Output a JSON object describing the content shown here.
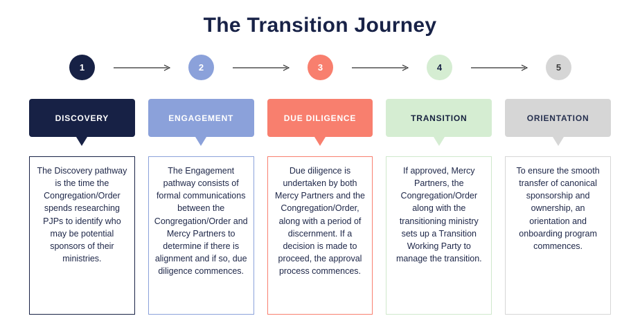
{
  "title": "The Transition Journey",
  "steps": [
    {
      "number": "1",
      "label": "DISCOVERY",
      "color": "#172145",
      "text_color": "#ffffff",
      "description": "The Discovery pathway is the time the Congregation/Order spends researching PJPs to identify who may be potential sponsors of their ministries."
    },
    {
      "number": "2",
      "label": "ENGAGEMENT",
      "color": "#8ba1da",
      "text_color": "#ffffff",
      "description": "The Engagement pathway consists of formal communications between the Congregation/Order and Mercy Partners to determine if there is alignment and if so, due diligence commences."
    },
    {
      "number": "3",
      "label": "DUE DILIGENCE",
      "color": "#f87f6e",
      "text_color": "#ffffff",
      "description": "Due diligence is undertaken by both Mercy Partners and the Congregation/Order, along with a period of discernment. If a decision is made to proceed, the approval process commences."
    },
    {
      "number": "4",
      "label": "TRANSITION",
      "color": "#d5edd2",
      "text_color": "#16213f",
      "description": "If approved, Mercy Partners, the Congregation/Order along with the transitioning ministry sets up a Transition Working Party to manage the transition."
    },
    {
      "number": "5",
      "label": "ORIENTATION",
      "color": "#d6d6d6",
      "text_color": "#26304f",
      "description": "To ensure the smooth transfer of canonical sponsorship and ownership, an orientation and onboarding program commences."
    }
  ]
}
